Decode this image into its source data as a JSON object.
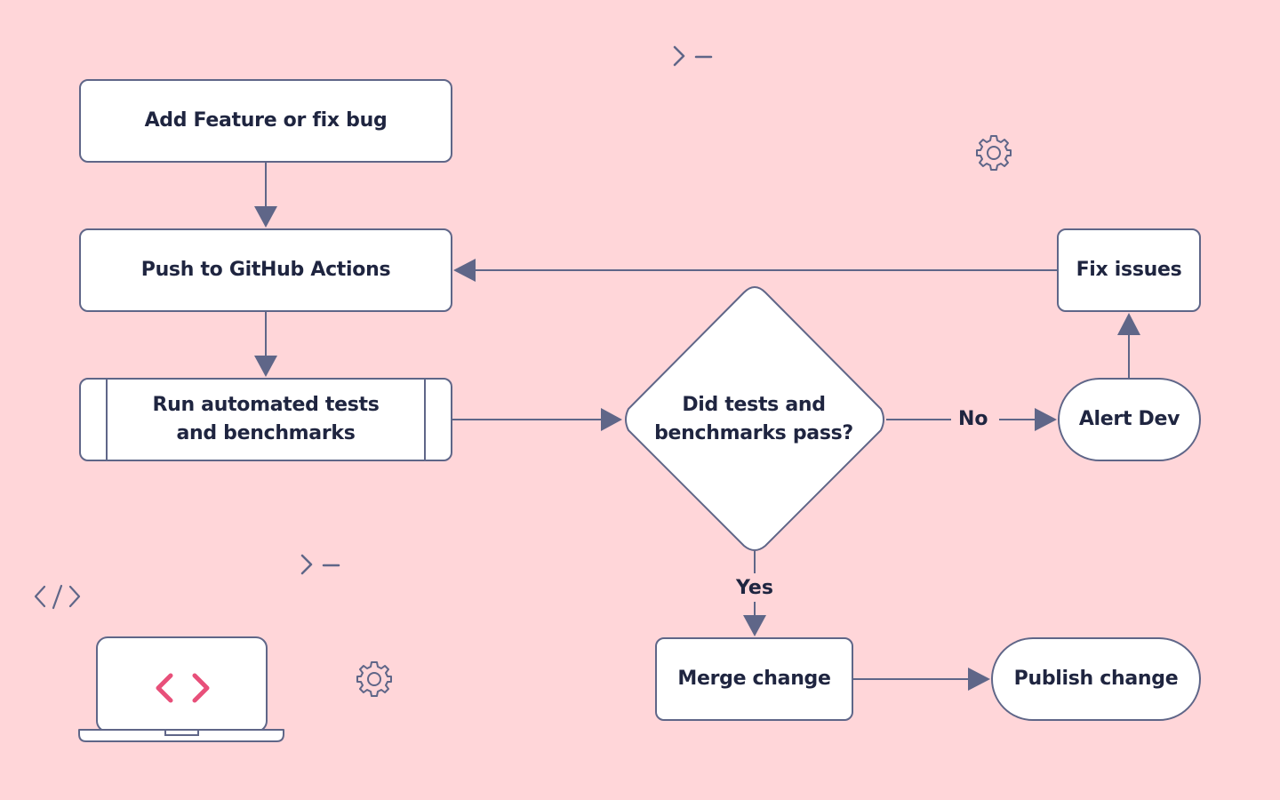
{
  "colors": {
    "background": "#FFD6D9",
    "node_fill": "#FFFFFF",
    "stroke": "#5F6688",
    "text": "#1F2540",
    "accent": "#E8507A"
  },
  "nodes": {
    "add_feature": "Add Feature or fix bug",
    "push": "Push to GitHub Actions",
    "run_tests": "Run automated tests\nand benchmarks",
    "decision": "Did tests and\nbenchmarks pass?",
    "fix_issues": "Fix issues",
    "alert_dev": "Alert Dev",
    "merge": "Merge change",
    "publish": "Publish change"
  },
  "edge_labels": {
    "no": "No",
    "yes": "Yes"
  },
  "decorations": {
    "icons": [
      "terminal-prompt-icon",
      "gear-icon",
      "code-brackets-icon",
      "laptop-icon"
    ]
  }
}
